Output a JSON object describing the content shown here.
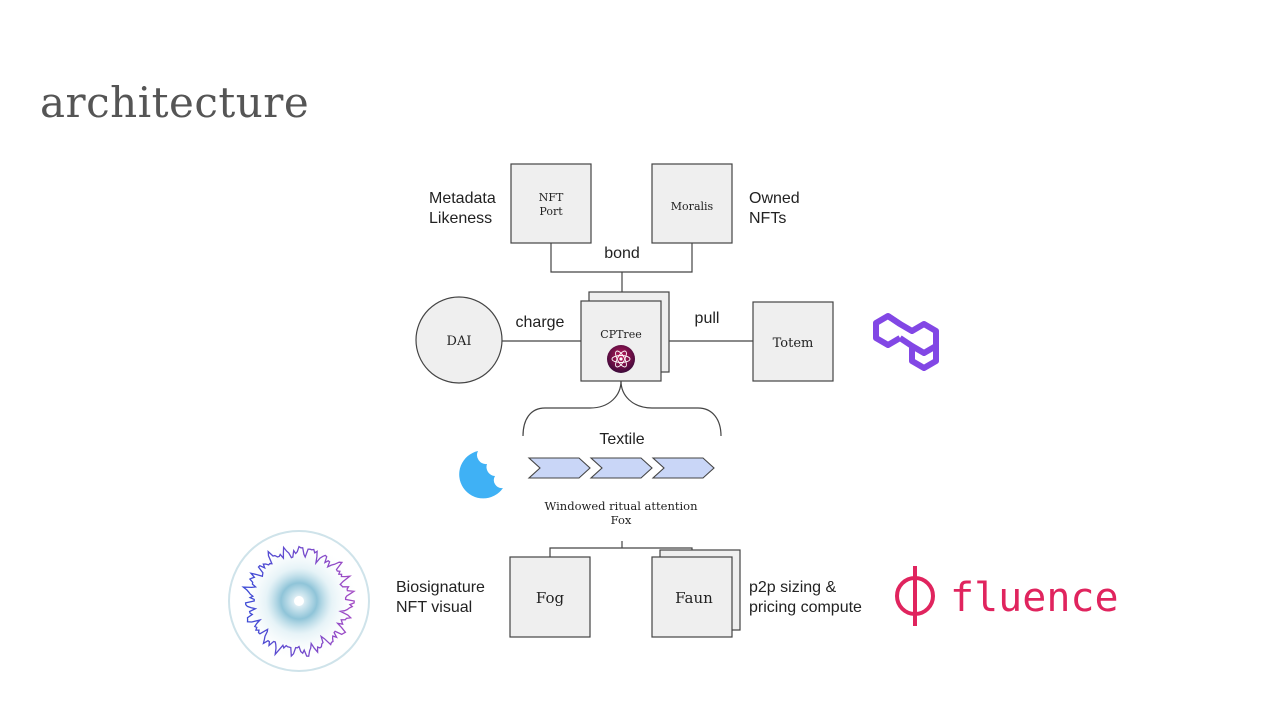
{
  "slide": {
    "title": "architecture"
  },
  "boxes": {
    "nft_port_line1": "NFT",
    "nft_port_line2": "Port",
    "moralis": "Moralis",
    "cptree": "CPTree",
    "dai": "DAI",
    "totem": "Totem",
    "fog": "Fog",
    "faun": "Faun"
  },
  "labels": {
    "metadata_line1": "Metadata",
    "metadata_line2": "Likeness",
    "owned_line1": "Owned",
    "owned_line2": "NFTs",
    "bond": "bond",
    "charge": "charge",
    "pull": "pull",
    "textile": "Textile",
    "windowed_line1": "Windowed ritual attention",
    "windowed_line2": "Fox",
    "bio_line1": "Biosignature",
    "bio_line2": "NFT visual",
    "p2p_line1": "p2p sizing &",
    "p2p_line2": "pricing compute"
  },
  "logos": {
    "fluence_text": "fluence",
    "fluence_color": "#e0245e",
    "polygon_color": "#8247e5",
    "blue_color": "#3fb1f5"
  }
}
